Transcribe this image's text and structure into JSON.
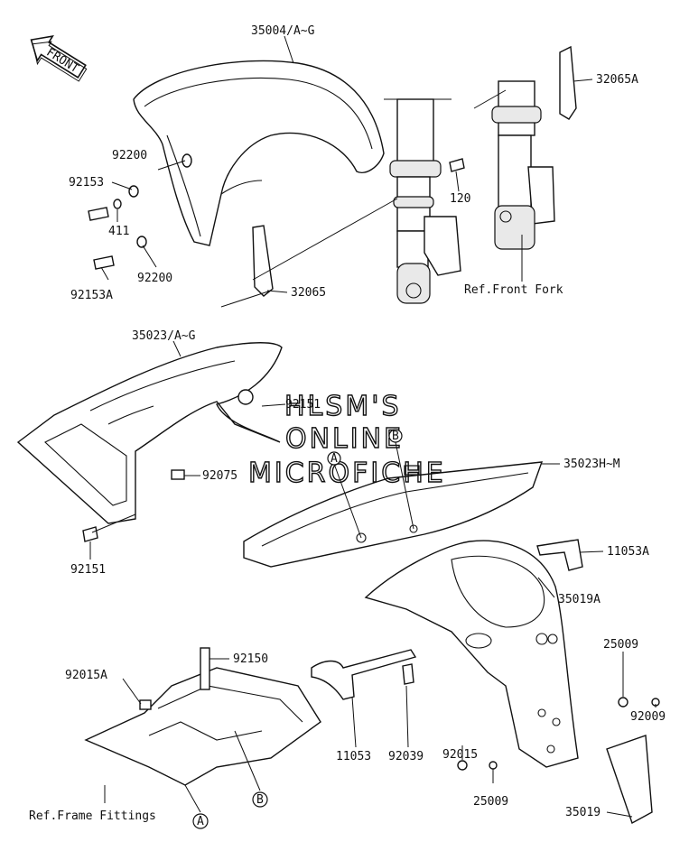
{
  "front_arrow": "FRONT",
  "watermark": {
    "line1": "HLSM'S",
    "line2": "ONLINE",
    "line3": "MICROFICHE"
  },
  "labels": {
    "p35004": "35004/A~G",
    "p32065A": "32065A",
    "p92200a": "92200",
    "p92153": "92153",
    "p411": "411",
    "p92200b": "92200",
    "p92153A": "92153A",
    "p120": "120",
    "p32065": "32065",
    "ref_front_fork": "Ref.Front Fork",
    "p35023AG": "35023/A~G",
    "p92151a": "92151",
    "p92075": "92075",
    "p92151b": "92151",
    "p35023HM": "35023H~M",
    "p11053A": "11053A",
    "p35019A": "35019A",
    "p92150": "92150",
    "p92015A": "92015A",
    "p25009a": "25009",
    "p92009": "92009",
    "p11053": "11053",
    "p92039": "92039",
    "p92015": "92015",
    "p25009b": "25009",
    "p35019": "35019",
    "ref_frame_fittings": "Ref.Frame Fittings"
  },
  "callouts": {
    "A_top": "A",
    "B_top": "B",
    "A_bottom": "A",
    "B_bottom": "B"
  }
}
